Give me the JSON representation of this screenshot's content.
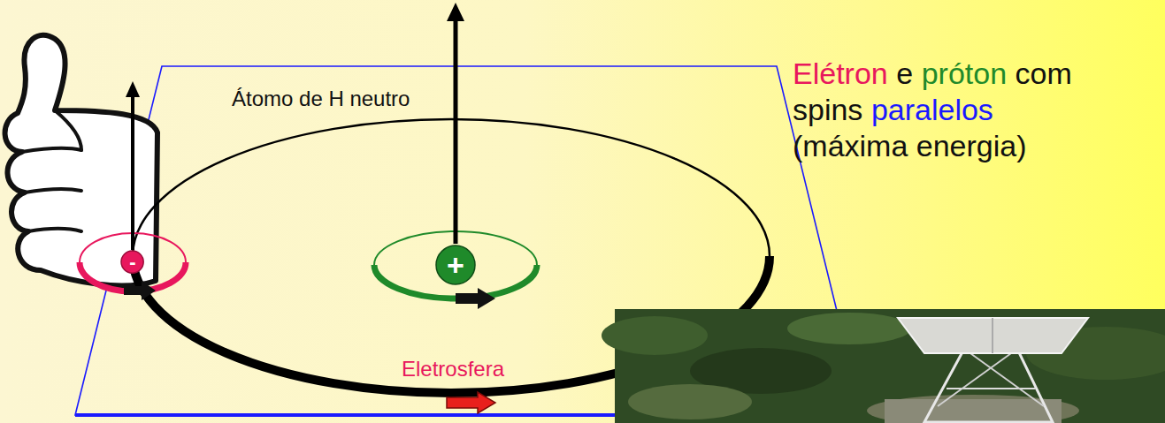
{
  "diagram": {
    "nodes": [
      {
        "text": [
          "-"
        ]
      },
      {
        "text": [
          "+"
        ]
      }
    ],
    "labels": [
      "Átomo de H neutro",
      "Eletrosfera",
      "Elétron",
      "e",
      "próton",
      "com",
      "spins",
      "paralelos",
      "(máxima energia)"
    ]
  }
}
